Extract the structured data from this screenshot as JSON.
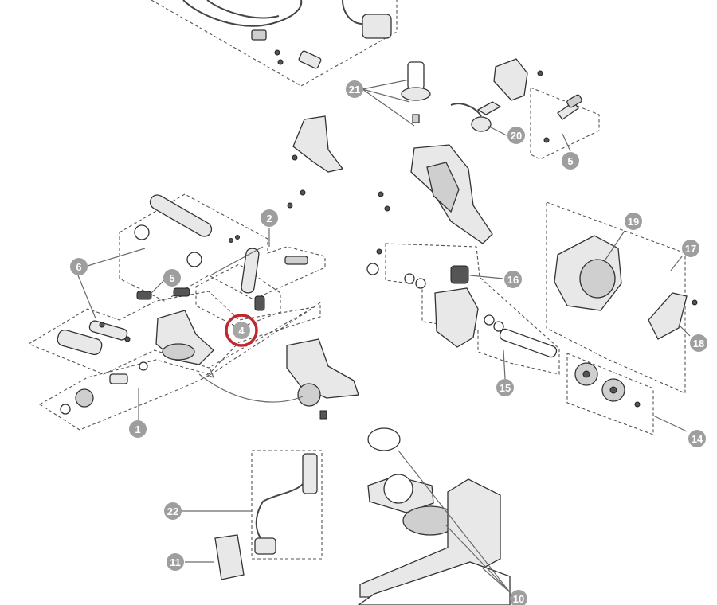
{
  "callouts": [
    {
      "id": "c21",
      "label": "21"
    },
    {
      "id": "c20",
      "label": "20"
    },
    {
      "id": "c5a",
      "label": "5"
    },
    {
      "id": "c2",
      "label": "2"
    },
    {
      "id": "c6",
      "label": "6"
    },
    {
      "id": "c5b",
      "label": "5"
    },
    {
      "id": "c4",
      "label": "4",
      "selected": true
    },
    {
      "id": "c1",
      "label": "1"
    },
    {
      "id": "c19",
      "label": "19"
    },
    {
      "id": "c17",
      "label": "17"
    },
    {
      "id": "c16",
      "label": "16"
    },
    {
      "id": "c18",
      "label": "18"
    },
    {
      "id": "c15",
      "label": "15"
    },
    {
      "id": "c14",
      "label": "14"
    },
    {
      "id": "c22",
      "label": "22"
    },
    {
      "id": "c11",
      "label": "11"
    },
    {
      "id": "c10",
      "label": "10"
    }
  ],
  "colors": {
    "callout": "#9e9e9e",
    "selection_ring": "#c4262e",
    "line": "#555555"
  }
}
